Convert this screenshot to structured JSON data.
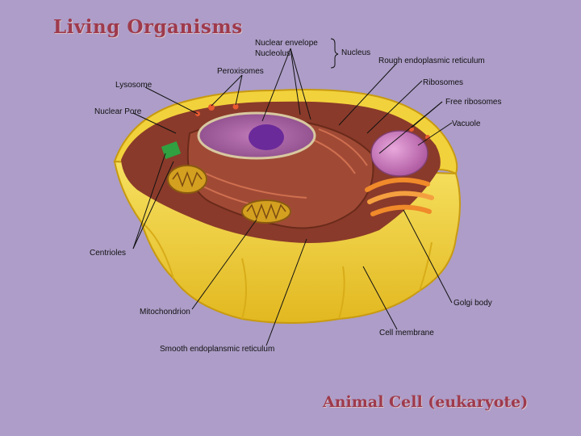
{
  "title": "Living Organisms",
  "caption": "Animal Cell (eukaryote)",
  "labels": {
    "nuclear_envelope": "Nuclear envelope",
    "nucleolus": "Nucleolus",
    "nucleus": "Nucleus",
    "rough_er": "Rough endoplasmic reticulum",
    "peroxisomes": "Peroxisomes",
    "ribosomes": "Ribosomes",
    "lysosome": "Lysosome",
    "free_ribosomes": "Free ribosomes",
    "nuclear_pore": "Nuclear Pore",
    "vacuole": "Vacuole",
    "centrioles": "Centrioles",
    "golgi_body": "Golgi body",
    "mitochondrion": "Mitochondrion",
    "cell_membrane": "Cell membrane",
    "smooth_er": "Smooth endoplansmic reticulum"
  },
  "colors": {
    "background": "#ad9dc8",
    "title": "#9e3a4c",
    "cytoplasm": "#f2d23c",
    "membrane": "#e8b820",
    "nucleus": "#a05a9a",
    "nucleolus": "#6a2a9a",
    "rough_er": "#a04a36",
    "mitochondrion": "#d4a020",
    "golgi": "#f08a2a",
    "vacuole": "#c070b0",
    "centriole": "#30a040"
  }
}
